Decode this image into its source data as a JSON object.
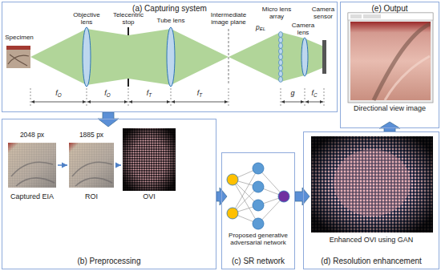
{
  "diagram": {
    "nodes": [
      {
        "text": [
          "(a) Capturing system"
        ]
      },
      {
        "text": [
          "(e) Output"
        ]
      },
      {
        "text": [
          "(b) Preprocessing"
        ]
      },
      {
        "text": [
          "(c) SR network"
        ]
      },
      {
        "text": [
          "(d) Resolution enhancement"
        ]
      }
    ],
    "edges": [
      {
        "from": 0,
        "to": 2,
        "arrow": "to"
      },
      {
        "from": 2,
        "to": 3,
        "arrow": "to"
      },
      {
        "from": 3,
        "to": 4,
        "arrow": "to"
      },
      {
        "from": 4,
        "to": 1,
        "arrow": "to"
      }
    ],
    "labels": [
      "Specimen",
      "Objective lens",
      "Telecentric stop",
      "Tube lens",
      "Intermediate image plane",
      "Micro lens array",
      "pEL",
      "Camera lens",
      "Camera sensor",
      "fO",
      "fO",
      "fT",
      "fT",
      "g",
      "fC",
      "Directional view image",
      "2048 px",
      "1885 px",
      "Captured EIA",
      "ROI",
      "OVI",
      "Proposed generative adversarial network",
      "Enhanced OVI using GAN"
    ]
  }
}
